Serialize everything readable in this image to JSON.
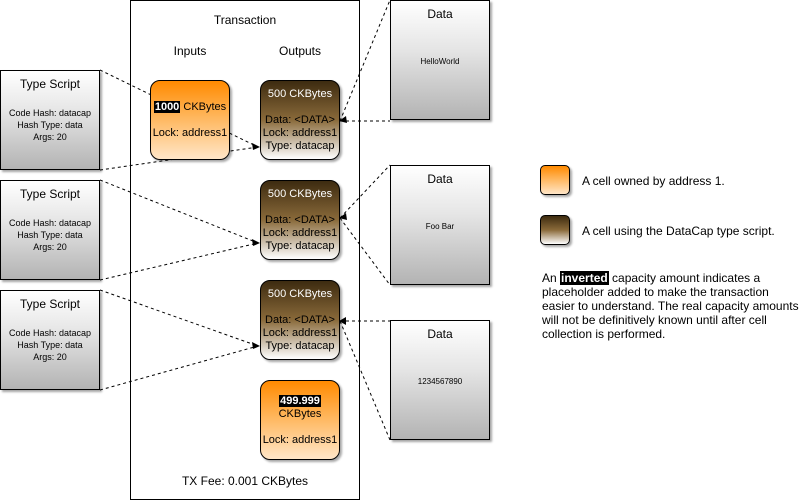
{
  "transaction": {
    "title": "Transaction",
    "inputs_label": "Inputs",
    "outputs_label": "Outputs",
    "fee": "TX Fee: 0.001 CKBytes"
  },
  "type_script": {
    "title": "Type Script",
    "code_hash": "Code Hash: datacap",
    "hash_type": "Hash Type: data",
    "args": "Args: 20"
  },
  "input_cell": {
    "capacity_inverted": "1000",
    "capacity_unit": " CKBytes",
    "lock": "Lock: address1"
  },
  "output_cells": [
    {
      "capacity": "500 CKBytes",
      "data": "Data: <DATA>",
      "lock": "Lock: address1",
      "type": "Type: datacap"
    },
    {
      "capacity": "500 CKBytes",
      "data": "Data: <DATA>",
      "lock": "Lock: address1",
      "type": "Type: datacap"
    },
    {
      "capacity": "500 CKBytes",
      "data": "Data: <DATA>",
      "lock": "Lock: address1",
      "type": "Type: datacap"
    }
  ],
  "change_cell": {
    "capacity_inverted": "499.999",
    "capacity_unit": "CKBytes",
    "lock": "Lock: address1"
  },
  "data_boxes": [
    {
      "title": "Data",
      "value": "HelloWorld"
    },
    {
      "title": "Data",
      "value": "Foo Bar"
    },
    {
      "title": "Data",
      "value": "1234567890"
    }
  ],
  "legend": {
    "orange_text": "A cell owned by address 1.",
    "brown_text": "A cell using the DataCap type script.",
    "note_prefix": "An ",
    "note_inverted": "inverted",
    "note_rest": " capacity amount indicates a placeholder added to make the transaction easier to understand. The real capacity amounts will not be definitively known until after cell collection is performed."
  },
  "colors": {
    "orange_cell": "#ff8a00",
    "brown_cell": "#3d2b10",
    "inverted_bg": "#000000"
  }
}
